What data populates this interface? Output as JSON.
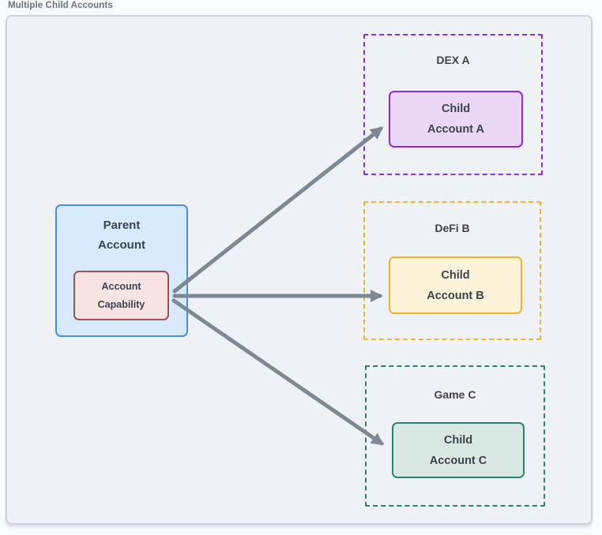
{
  "header": {
    "title": "Multiple Child Accounts"
  },
  "parent": {
    "label_line1": "Parent",
    "label_line2": "Account",
    "capability_line1": "Account",
    "capability_line2": "Capability"
  },
  "zones": [
    {
      "id": "dex-a",
      "label": "DEX A",
      "child_line1": "Child",
      "child_line2": "Account A",
      "accent_color": "#8f2bd6",
      "child_fill": "#ead7f8"
    },
    {
      "id": "defi-b",
      "label": "DeFi B",
      "child_line1": "Child",
      "child_line2": "Account B",
      "accent_color": "#f0b429",
      "child_fill": "#fdf3d8"
    },
    {
      "id": "game-c",
      "label": "Game C",
      "child_line1": "Child",
      "child_line2": "Account C",
      "accent_color": "#2a8372",
      "child_fill": "#d9e8e2"
    }
  ],
  "edges": [
    {
      "from": "account-capability",
      "to": "child-account-a"
    },
    {
      "from": "account-capability",
      "to": "child-account-b"
    },
    {
      "from": "account-capability",
      "to": "child-account-c"
    }
  ],
  "colors": {
    "parent_fill": "#d7e9fa",
    "parent_border": "#4a90e2",
    "capability_fill": "#f6e3e2",
    "capability_border": "#a1524e",
    "arrow": "#7c8894",
    "frame_fill": "#eef2f6",
    "frame_border": "#c9d3dd",
    "text": "#3a444f",
    "title_text": "#68737e"
  }
}
